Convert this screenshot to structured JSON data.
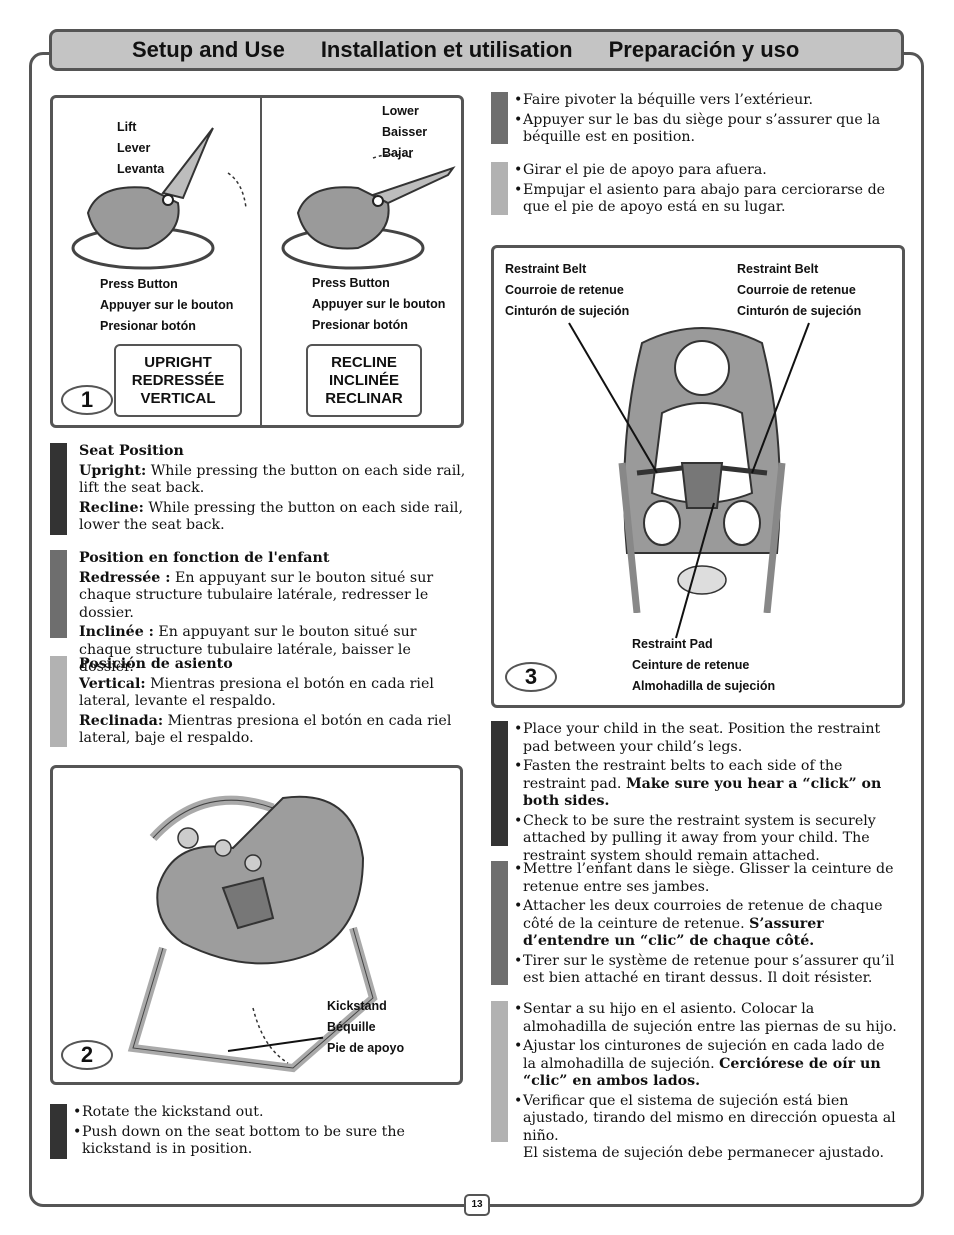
{
  "header": {
    "en": "Setup and Use",
    "fr": "Installation et utilisation",
    "es": "Preparación y uso"
  },
  "step1": {
    "number": "1",
    "lift": [
      "Lift",
      "Lever",
      "Levanta"
    ],
    "lower": [
      "Lower",
      "Baisser",
      "Bajar"
    ],
    "press_left": [
      "Press Button",
      "Appuyer sur le bouton",
      "Presionar botón"
    ],
    "press_right": [
      "Press Button",
      "Appuyer sur le bouton",
      "Presionar botón"
    ],
    "upright": [
      "UPRIGHT",
      "REDRESSÉE",
      "VERTICAL"
    ],
    "recline": [
      "RECLINE",
      "INCLINÉE",
      "RECLINAR"
    ]
  },
  "seat_en": {
    "title": "Seat Position",
    "upright_label": "Upright:",
    "upright_text": " While pressing the button on each side rail, lift the seat back.",
    "recline_label": "Recline:",
    "recline_text": " While pressing the button on each side rail, lower the seat back."
  },
  "seat_fr": {
    "title": "Position en fonction de l'enfant",
    "upright_label": "Redressée :",
    "upright_text": " En appuyant sur le bouton situé sur chaque structure tubulaire  latérale, redresser le dossier.",
    "recline_label": "Inclinée :",
    "recline_text": " En appuyant sur le bouton situé sur chaque structure tubulaire latérale, baisser le dossier."
  },
  "seat_es": {
    "title": "Posición de asiento",
    "upright_label": "Vertical:",
    "upright_text": " Mientras presiona el botón en cada riel lateral, levante el respaldo.",
    "recline_label": "Reclinada:",
    "recline_text": " Mientras presiona el botón en cada riel lateral, baje el respaldo."
  },
  "step2": {
    "number": "2",
    "kickstand": [
      "Kickstand",
      "Béquille",
      "Pie de apoyo"
    ]
  },
  "kick_en": [
    "Rotate the kickstand out.",
    "Push down on the seat bottom to be sure the kickstand is in position."
  ],
  "kick_fr": [
    "Faire pivoter la béquille vers l’extérieur.",
    "Appuyer sur le bas du siège pour s’assurer que la béquille est en position."
  ],
  "kick_es": [
    "Girar el pie de apoyo para afuera.",
    "Empujar el asiento para abajo para cerciorarse de que el pie de apoyo está en su lugar."
  ],
  "step3": {
    "number": "3",
    "belt_left": [
      "Restraint Belt",
      "Courroie de retenue",
      "Cinturón de sujeción"
    ],
    "belt_right": [
      "Restraint Belt",
      "Courroie de retenue",
      "Cinturón de sujeción"
    ],
    "pad": [
      "Restraint Pad",
      "Ceinture de retenue",
      "Almohadilla de sujeción"
    ]
  },
  "restraint_en": {
    "b1": "Place your child in the seat. Position the restraint pad between your child’s legs.",
    "b2_text": "Fasten the restraint belts to each side of the restraint pad. ",
    "b2_bold": "Make sure you hear a “click” on both sides.",
    "b3": "Check to be sure the restraint system is securely attached by pulling it away from your child. The restraint system should remain attached."
  },
  "restraint_fr": {
    "b1": "Mettre l’enfant dans le siège. Glisser la ceinture de retenue entre ses jambes.",
    "b2_text": "Attacher les deux courroies de retenue de chaque côté de la ceinture de retenue. ",
    "b2_bold": "S’assurer d’entendre un “clic” de chaque côté.",
    "b3": "Tirer sur le système de retenue pour s’assurer qu’il est bien attaché en tirant dessus. Il doit résister."
  },
  "restraint_es": {
    "b1": "Sentar a su hijo en el asiento. Colocar la almohadilla de sujeción entre las piernas de su hijo.",
    "b2_text": "Ajustar los cinturones de sujeción en cada lado de la almohadilla de sujeción. ",
    "b2_bold": "Cerciórese de oír un “clic” en ambos lados.",
    "b3": "Verificar que el sistema de sujeción está bien ajustado, tirando del mismo en dirección opuesta al niño.",
    "b3_cont": "El sistema de sujeción debe permanecer ajustado."
  },
  "page_number": "13",
  "colors": {
    "frame": "#555555",
    "header_bg": "#c4c4c4",
    "bar_en": "#333333",
    "bar_fr": "#6e6e6e",
    "bar_es": "#b2b2b2"
  }
}
